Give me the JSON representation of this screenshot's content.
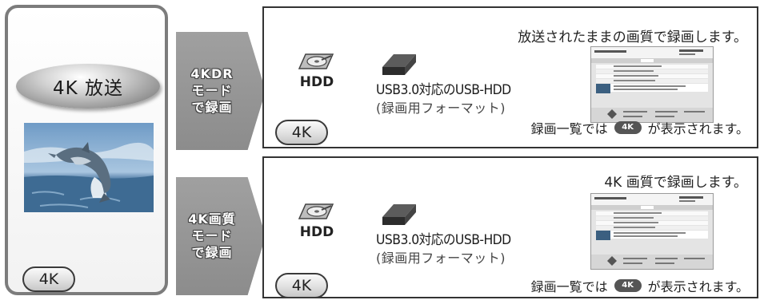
{
  "source": {
    "label": "4K 放送",
    "badge": "4K"
  },
  "modes": [
    {
      "arrow_text": [
        "4KDR",
        "モード",
        "で録画"
      ],
      "headline": "放送されたままの画質で録画します。",
      "storage_label": "HDD",
      "usb_title": "USB3.0対応のUSB-HDD",
      "usb_sub": "(録画用フォーマット)",
      "badge": "4K",
      "footer_before": "録画一覧では",
      "footer_icon": "4K",
      "footer_after": "が表示されます。"
    },
    {
      "arrow_text": [
        "4K画質",
        "モード",
        "で録画"
      ],
      "headline": "4K 画質で録画します。",
      "storage_label": "HDD",
      "usb_title": "USB3.0対応のUSB-HDD",
      "usb_sub": "(録画用フォーマット)",
      "badge": "4K",
      "footer_before": "録画一覧では",
      "footer_icon": "4K",
      "footer_after": "が表示されます。"
    }
  ],
  "colors": {
    "arrow": "#8c8c8c",
    "panel_border": "#333333",
    "left_panel_border": "#7c7c7c"
  },
  "icons": [
    "hdd-icon",
    "usb-drive-icon",
    "recording-list-screen",
    "dolphin-photo",
    "4k-icon"
  ]
}
